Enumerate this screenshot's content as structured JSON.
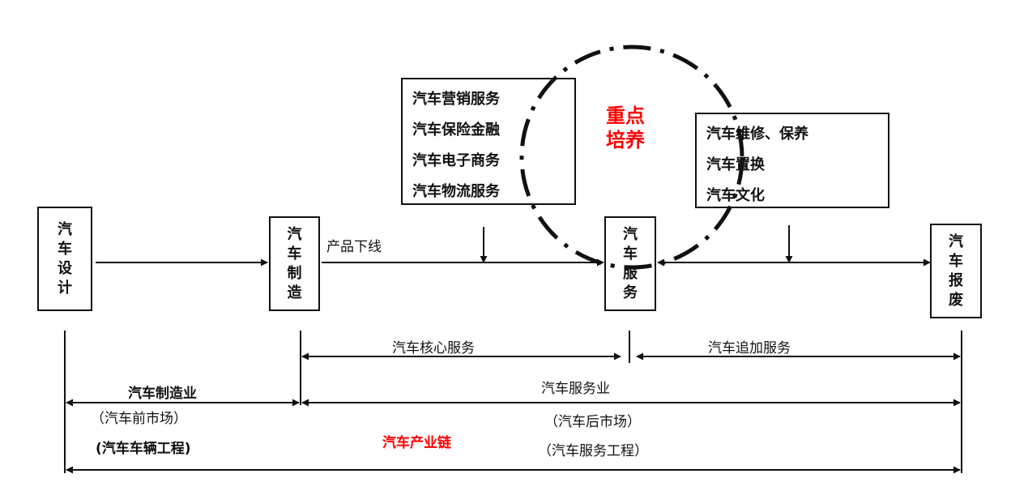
{
  "stages": {
    "design": [
      "汽",
      "车",
      "设",
      "计"
    ],
    "manufacturing": [
      "汽",
      "车",
      "制",
      "造"
    ],
    "service": [
      "汽",
      "车",
      "服",
      "务"
    ],
    "scrap": [
      "汽",
      "车",
      "报",
      "废"
    ]
  },
  "core_services": [
    "汽车营销服务",
    "汽车保险金融",
    "汽车电子商务",
    "汽车物流服务"
  ],
  "added_services": [
    "汽车维修、保养",
    "汽车置换",
    "汽车文化"
  ],
  "focus_label": [
    "重点",
    "培养"
  ],
  "flow_label": "产品下线",
  "spans": {
    "core_service": "汽车核心服务",
    "added_service": "汽车追加服务",
    "manufacturing_industry": "汽车制造业",
    "pre_market": "（汽车前市场）",
    "vehicle_engineering": "(汽车车辆工程)",
    "service_industry": "汽车服务业",
    "after_market": "（汽车后市场）",
    "service_engineering": "（汽车服务工程）",
    "industry_chain": "汽车产业链"
  },
  "colors": {
    "accent": "#ff0000",
    "line": "#111111"
  }
}
